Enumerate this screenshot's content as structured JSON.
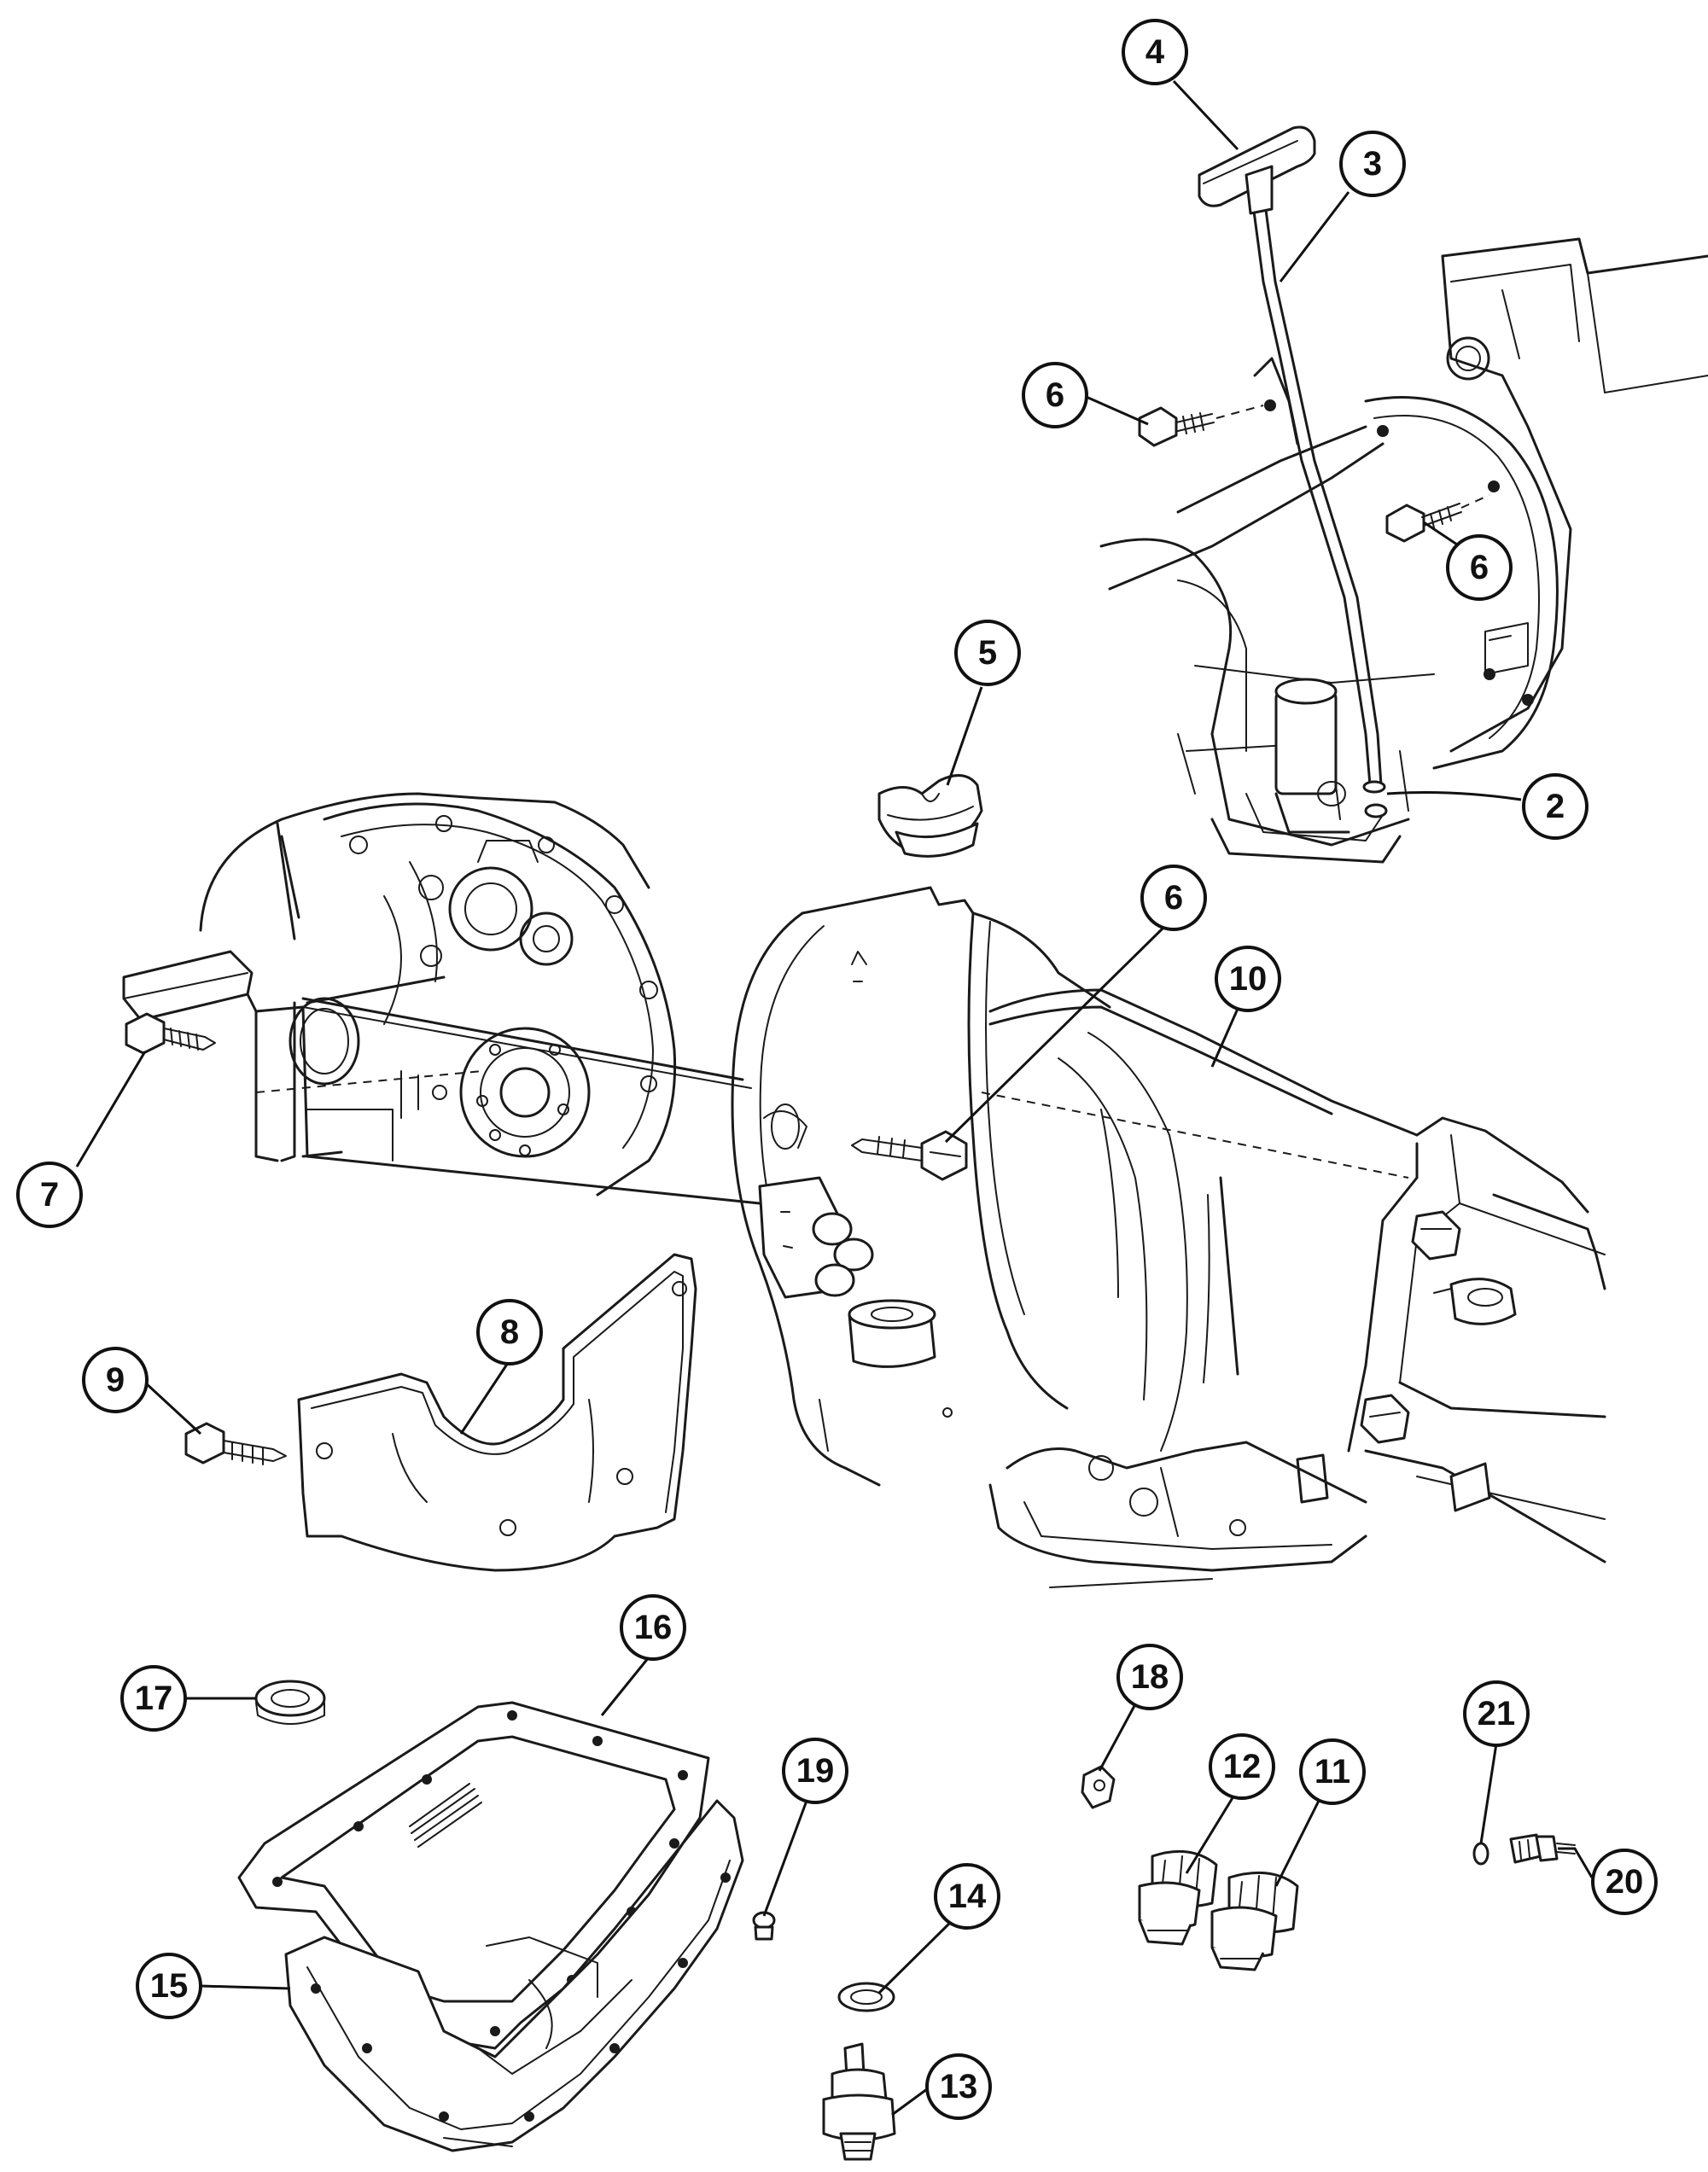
{
  "diagram": {
    "callouts": [
      {
        "id": "c4",
        "label": "4"
      },
      {
        "id": "c3",
        "label": "3"
      },
      {
        "id": "c6a",
        "label": "6"
      },
      {
        "id": "c6b",
        "label": "6"
      },
      {
        "id": "c5",
        "label": "5"
      },
      {
        "id": "c2",
        "label": "2"
      },
      {
        "id": "c6c",
        "label": "6"
      },
      {
        "id": "c10",
        "label": "10"
      },
      {
        "id": "c7",
        "label": "7"
      },
      {
        "id": "c8",
        "label": "8"
      },
      {
        "id": "c9",
        "label": "9"
      },
      {
        "id": "c16",
        "label": "16"
      },
      {
        "id": "c17",
        "label": "17"
      },
      {
        "id": "c18",
        "label": "18"
      },
      {
        "id": "c12",
        "label": "12"
      },
      {
        "id": "c11",
        "label": "11"
      },
      {
        "id": "c21",
        "label": "21"
      },
      {
        "id": "c19",
        "label": "19"
      },
      {
        "id": "c20",
        "label": "20"
      },
      {
        "id": "c14",
        "label": "14"
      },
      {
        "id": "c15",
        "label": "15"
      },
      {
        "id": "c13",
        "label": "13"
      }
    ]
  }
}
